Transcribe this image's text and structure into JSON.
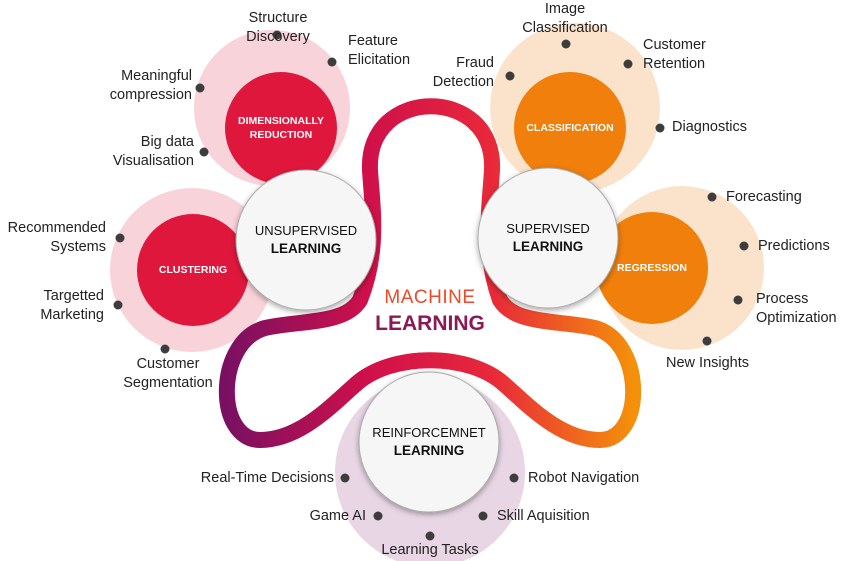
{
  "title": {
    "line1": "MACHINE",
    "line2": "LEARNING"
  },
  "hubs": {
    "unsupervised": {
      "line1": "UNSUPERVISED",
      "line2": "LEARNING"
    },
    "supervised": {
      "line1": "SUPERVISED",
      "line2": "LEARNING"
    },
    "reinforcement": {
      "line1": "REINFORCEMNET",
      "line2": "LEARNING"
    }
  },
  "categories": {
    "dimred": {
      "line1": "DIMENSIONALLY",
      "line2": "REDUCTION",
      "items": [
        "Structure Discovery",
        "Feature Elicitation",
        "Meaningful compression",
        "Big data Visualisation"
      ]
    },
    "clustering": {
      "label": "CLUSTERING",
      "items": [
        "Recommended Systems",
        "Targetted Marketing",
        "Customer Segmentation"
      ]
    },
    "classification": {
      "label": "CLASSIFICATION",
      "items": [
        "Image Classification",
        "Customer Retention",
        "Fraud Detection",
        "Diagnostics"
      ]
    },
    "regression": {
      "label": "REGRESSION",
      "items": [
        "Forecasting",
        "Predictions",
        "Process Optimization",
        "New Insights"
      ]
    },
    "reinforcement": {
      "items": [
        "Real-Time Decisions",
        "Robot Navigation",
        "Game AI",
        "Skill Aquisition",
        "Learning Tasks"
      ]
    }
  },
  "colors": {
    "red": "#e0173c",
    "orange": "#f07f0c",
    "pink": "#f9d3da",
    "peach": "#fbe3cb",
    "lilac": "#e9d6e5",
    "dot": "#3d3d3d"
  }
}
